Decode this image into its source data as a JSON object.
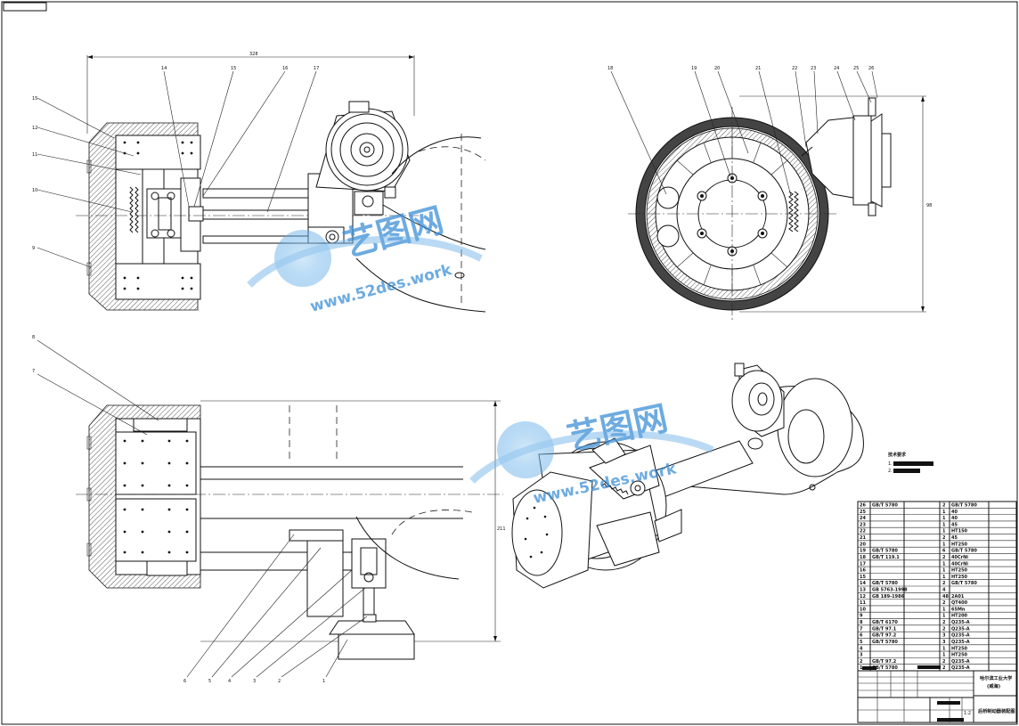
{
  "dimensions": {
    "top_length": "328",
    "side_height": "98",
    "lower_height": "211"
  },
  "balloons": {
    "top_view": [
      "15",
      "12",
      "11",
      "10",
      "9",
      "14",
      "15",
      "16",
      "17"
    ],
    "side_view": [
      "18",
      "19",
      "20",
      "21",
      "22",
      "23",
      "24",
      "25",
      "26"
    ],
    "front_view": [
      "8",
      "7",
      "6",
      "5",
      "4",
      "3",
      "2",
      "1"
    ]
  },
  "watermark": {
    "brand": "艺图网",
    "url": "www.52des.work"
  },
  "tech_notes_title": "技术要求",
  "bom": {
    "rows": [
      {
        "no": "26",
        "code": "GB/T 5780",
        "qty": "2",
        "material": "GB/T 5780"
      },
      {
        "no": "25",
        "code": "",
        "qty": "1",
        "material": "40"
      },
      {
        "no": "24",
        "code": "",
        "qty": "1",
        "material": "40"
      },
      {
        "no": "23",
        "code": "",
        "qty": "1",
        "material": "45"
      },
      {
        "no": "22",
        "code": "",
        "qty": "1",
        "material": "HT150"
      },
      {
        "no": "21",
        "code": "",
        "qty": "2",
        "material": "45"
      },
      {
        "no": "20",
        "code": "",
        "qty": "1",
        "material": "HT250"
      },
      {
        "no": "19",
        "code": "GB/T 5780",
        "qty": "6",
        "material": "GB/T 5780"
      },
      {
        "no": "18",
        "code": "GB/T 119.1",
        "qty": "2",
        "material": "40CrNi"
      },
      {
        "no": "17",
        "code": "",
        "qty": "1",
        "material": "40CrNi"
      },
      {
        "no": "16",
        "code": "",
        "qty": "1",
        "material": "HT250"
      },
      {
        "no": "15",
        "code": "",
        "qty": "1",
        "material": "HT250"
      },
      {
        "no": "14",
        "code": "GB/T 5780",
        "qty": "2",
        "material": "GB/T 5780"
      },
      {
        "no": "13",
        "code": "GB 5763-1998",
        "qty": "4",
        "material": ""
      },
      {
        "no": "12",
        "code": "GB 189-1986",
        "qty": "48",
        "material": "2A01"
      },
      {
        "no": "11",
        "code": "",
        "qty": "2",
        "material": "QT400"
      },
      {
        "no": "10",
        "code": "",
        "qty": "1",
        "material": "65Mn"
      },
      {
        "no": "9",
        "code": "",
        "qty": "1",
        "material": "HT200"
      },
      {
        "no": "8",
        "code": "GB/T 6170",
        "qty": "2",
        "material": "Q235-A"
      },
      {
        "no": "7",
        "code": "GB/T 97.1",
        "qty": "2",
        "material": "Q235-A"
      },
      {
        "no": "6",
        "code": "GB/T 97.2",
        "qty": "3",
        "material": "Q235-A"
      },
      {
        "no": "5",
        "code": "GB/T 5780",
        "qty": "3",
        "material": "Q235-A"
      },
      {
        "no": "4",
        "code": "",
        "qty": "1",
        "material": "HT250"
      },
      {
        "no": "3",
        "code": "",
        "qty": "1",
        "material": "HT250"
      },
      {
        "no": "2",
        "code": "GB/T 97.2",
        "qty": "2",
        "material": "Q235-A"
      },
      {
        "no": "1",
        "code": "GB/T 5780",
        "qty": "2",
        "material": "Q235-A"
      }
    ]
  },
  "title_block": {
    "school": "哈尔滨工业大学",
    "school_sub": "(威海)",
    "drawing_name": "后桥制动器装配图",
    "scale": "1:2"
  }
}
